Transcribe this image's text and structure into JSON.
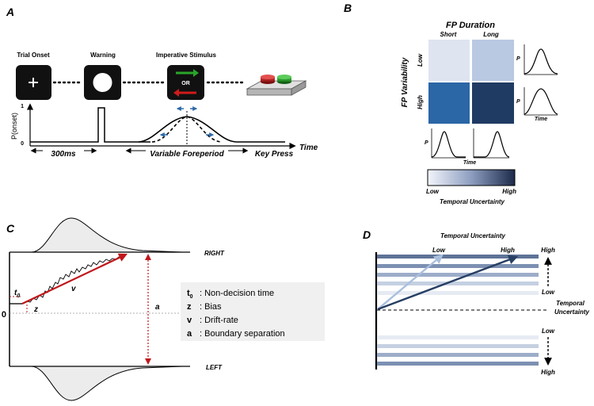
{
  "panels": {
    "a": {
      "letter": "A",
      "trial_onset": "Trial Onset",
      "warning": "Warning",
      "imperative": "Imperative  Stimulus",
      "or": "OR",
      "y_tick_top": "1",
      "y_label": "P(onset)",
      "y_tick_zero": "0",
      "time": "Time",
      "interval": "300ms",
      "variable_fp": "Variable Foreperiod",
      "key_press": "Key Press"
    },
    "b": {
      "letter": "B",
      "title": "FP Duration",
      "short": "Short",
      "long": "Long",
      "fp_variability": "FP Variability",
      "low": "Low",
      "high": "High",
      "p": "P",
      "time": "Time",
      "cb_low": "Low",
      "cb_high": "High",
      "temporal_uncertainty": "Temporal  Uncertainty",
      "cells": {
        "short_low": "#dfe4f1",
        "long_low": "#b9c9e2",
        "short_high": "#2b66a6",
        "long_high": "#1f3b63"
      }
    },
    "c": {
      "letter": "C",
      "right": "RIGHT",
      "left": "LEFT",
      "zero": "0",
      "t0_t": "t",
      "t0_sub": "0",
      "z": "z",
      "v": "v",
      "a": "a",
      "legend": [
        {
          "sym": "t",
          "sub": "0",
          "desc": ":  Non-decision time"
        },
        {
          "sym": "z",
          "sub": "",
          "desc": ":  Bias"
        },
        {
          "sym": "v",
          "sub": "",
          "desc": ":  Drift-rate"
        },
        {
          "sym": "a",
          "sub": "",
          "desc": ":  Boundary separation"
        }
      ]
    },
    "d": {
      "letter": "D",
      "title": "Temporal  Uncertainty",
      "low": "Low",
      "high": "High",
      "right_high_top": "High",
      "right_low_top": "Low",
      "side_label_1": "Temporal",
      "side_label_2": "Uncertainty",
      "right_low_bottom": "Low",
      "right_high_bottom": "High"
    }
  }
}
